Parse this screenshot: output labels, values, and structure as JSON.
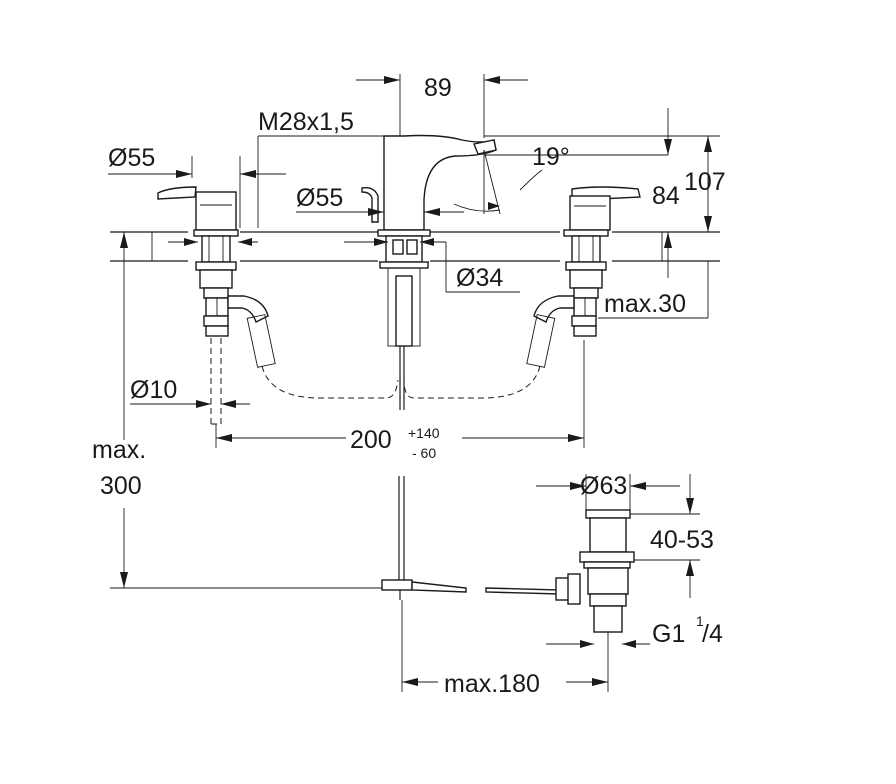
{
  "diagram": {
    "labels": {
      "spout_projection": "89",
      "thread": "M28x1,5",
      "lever_diameter": "Ø55",
      "center_diameter": "Ø55",
      "spout_angle": "19°",
      "height_total": "107",
      "height_spout": "84",
      "hole_diameter": "Ø34",
      "max_thickness": "max.30",
      "tube_diameter": "Ø10",
      "spacing": "200",
      "spacing_plus": "+140",
      "spacing_minus": "- 60",
      "max_len_1": "max.",
      "max_len_2": "300",
      "waste_diameter": "Ø63",
      "waste_range": "40-53",
      "thread_g": "G1",
      "thread_g_num": "1",
      "thread_g_den": "/4",
      "max_reach": "max.180"
    }
  }
}
